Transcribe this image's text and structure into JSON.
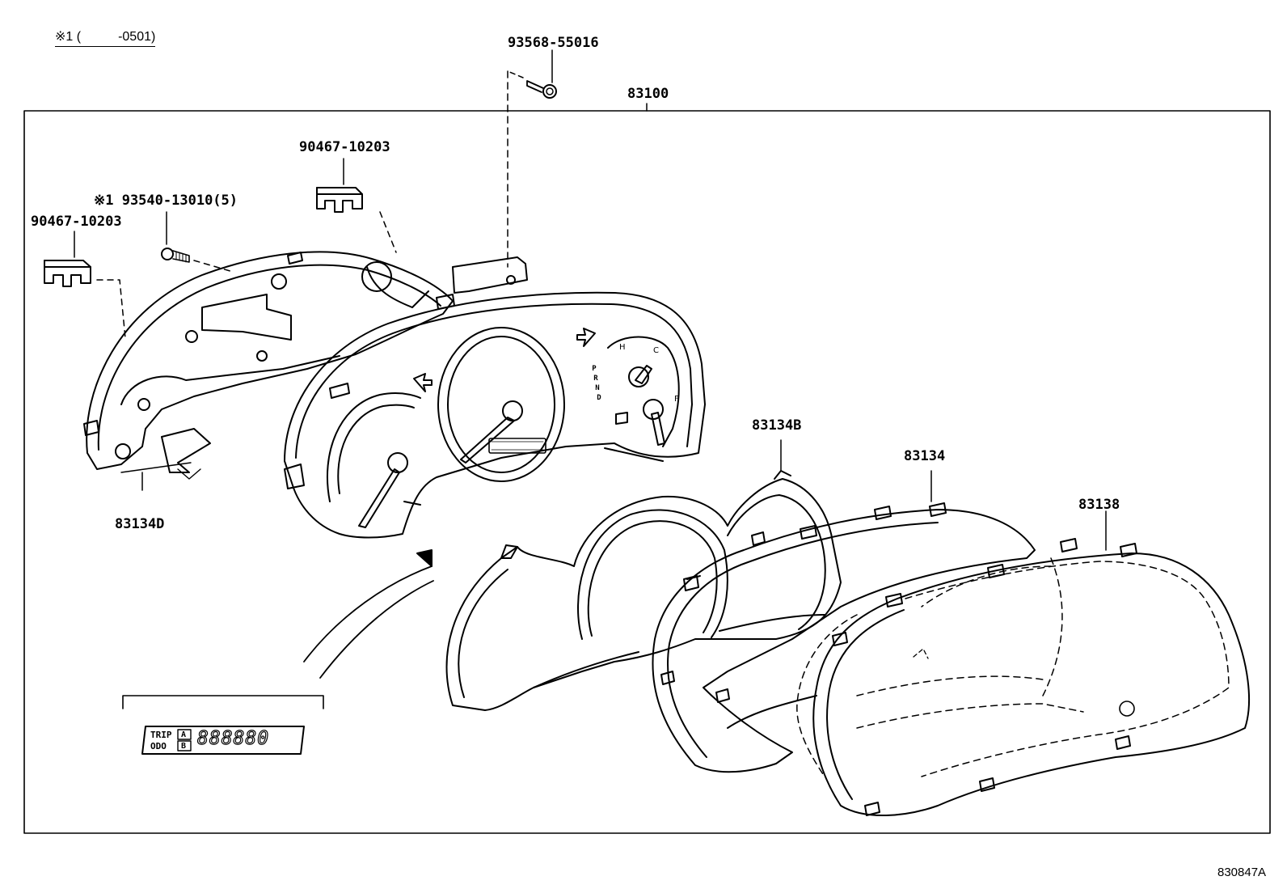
{
  "note": {
    "prefix": "※1 (",
    "suffix": "-0501)"
  },
  "parts": {
    "assembly": "83100",
    "screw_top": "93568-55016",
    "clip_upper": "90467-10203",
    "clip_left": "90467-10203",
    "screw_case": "※1 93540-13010(5)",
    "case_back": "83134D",
    "plate_b": "83134B",
    "glass": "83134",
    "cover": "83138"
  },
  "detail_display": {
    "trip_label": "TRIP",
    "odo_label": "ODO",
    "trip_btn": "A",
    "odo_btn": "B",
    "digits": "888880"
  },
  "gauge_letters": {
    "p": "P",
    "r": "R",
    "n": "N",
    "d": "D",
    "h": "H",
    "c": "C",
    "f": "F"
  },
  "diagram_ref": "830847A"
}
